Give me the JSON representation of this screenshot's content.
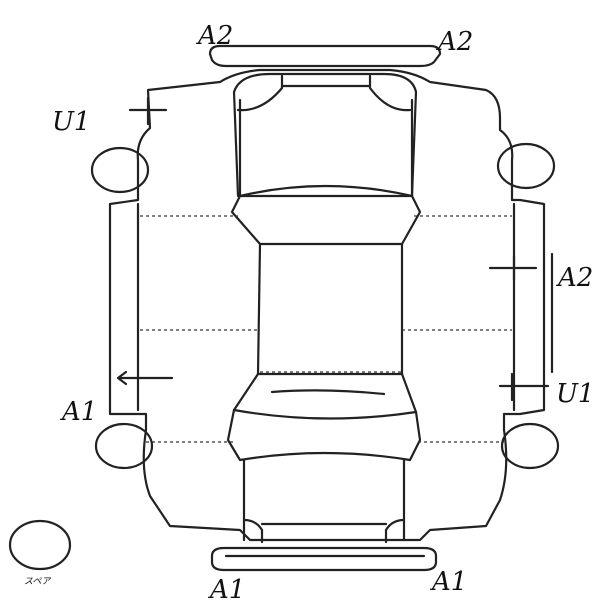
{
  "marks": {
    "top_left_bumper": "A2",
    "top_right_bumper": "A2",
    "front_left_fender": "U1",
    "right_side_door": "A2",
    "right_rear_fender": "U1",
    "left_side_sill": "A1",
    "rear_left_bumper": "A1",
    "rear_right_bumper": "A1"
  },
  "spare": {
    "label": "スペア"
  },
  "colors": {
    "ink": "#222222",
    "background": "#ffffff"
  }
}
